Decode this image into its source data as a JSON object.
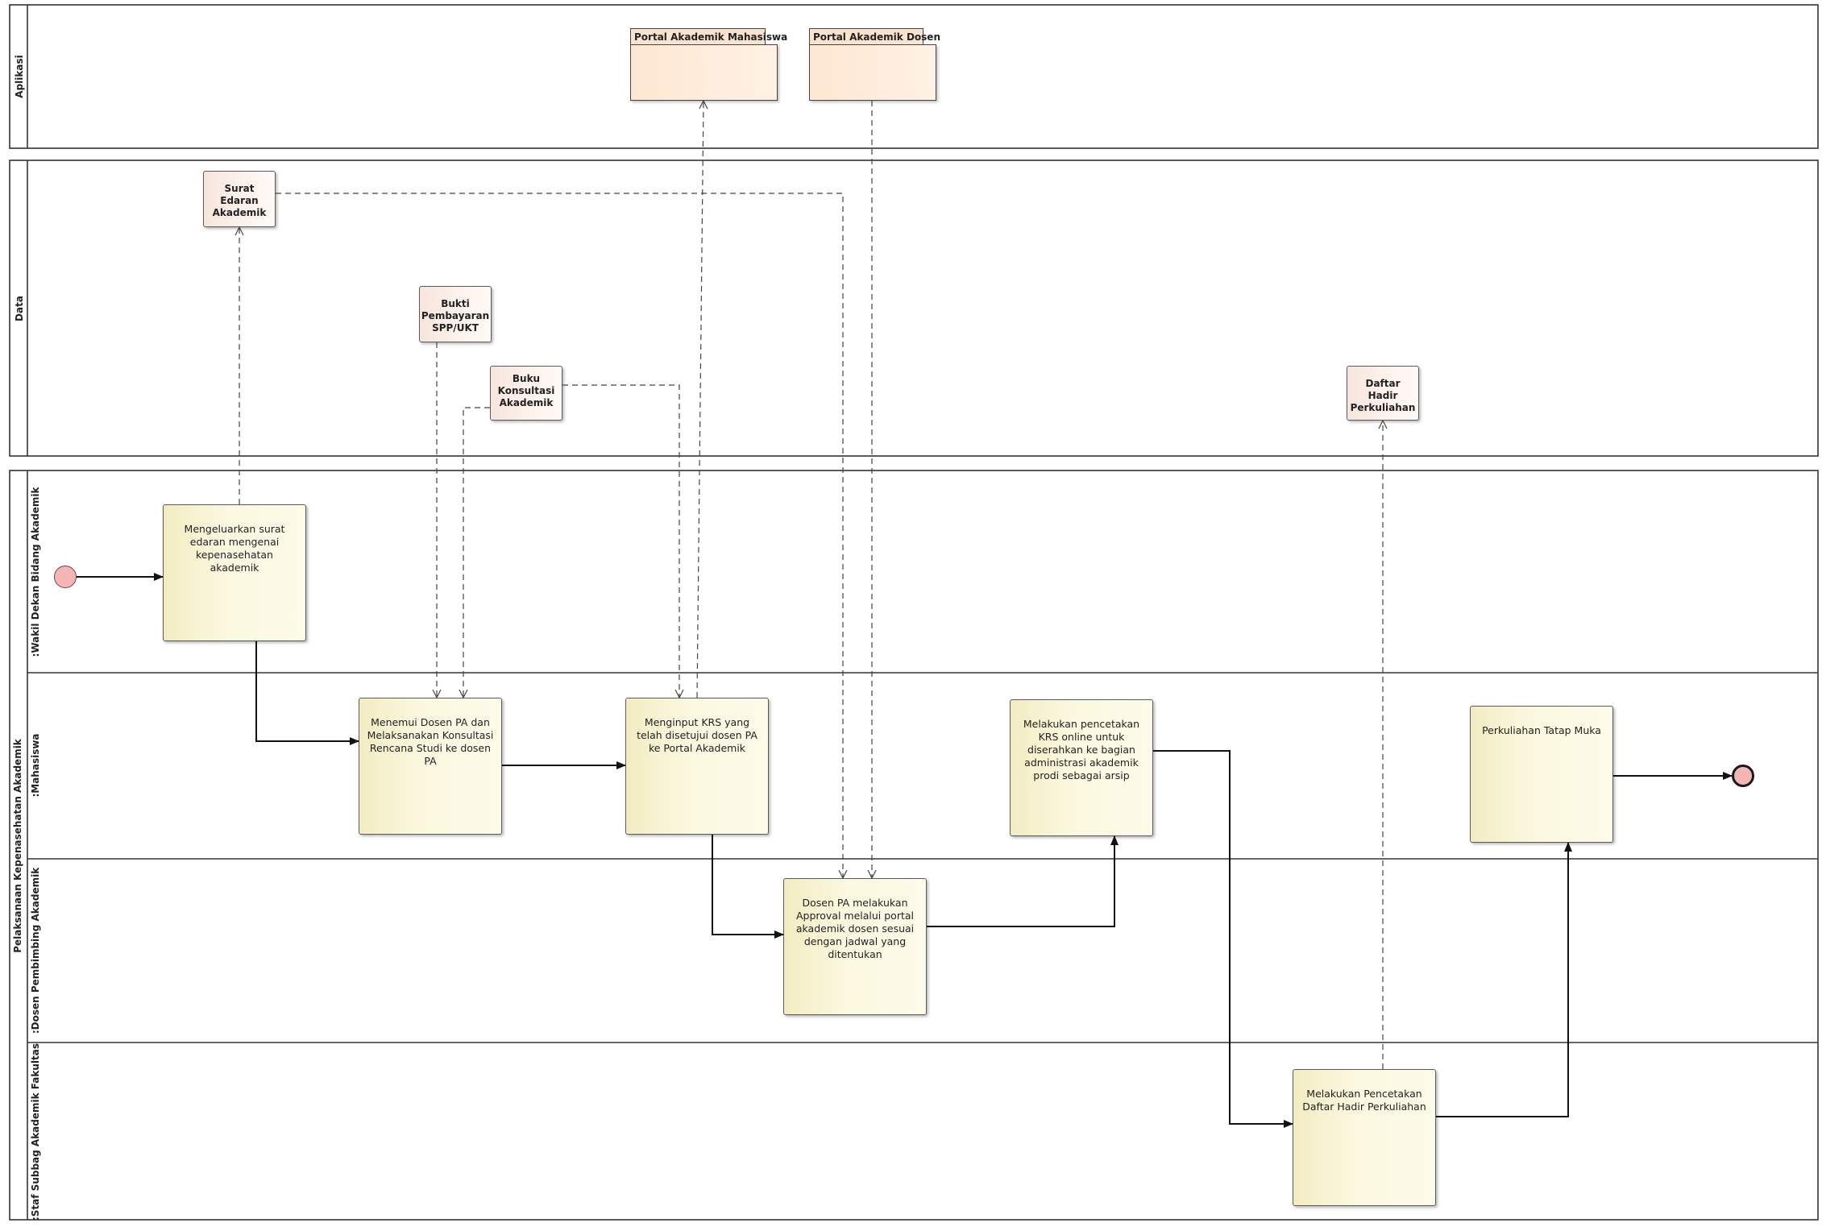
{
  "lanes": {
    "aplikasi": "Aplikasi",
    "data": "Data",
    "pool": "Pelaksanaan Kepenasehatan Akademik",
    "wakil_dekan": ":Wakil Dekan Bidang Akademik",
    "mahasiswa": ":Mahasiswa",
    "dosen_pa": ":Dosen Pembimbing Akademik",
    "staf": ":Staf Subbag Akademik Fakultas"
  },
  "applications": {
    "portal_mahasiswa": "Portal Akademik Mahasiswa",
    "portal_dosen": "Portal Akademik Dosen"
  },
  "data_objects": {
    "surat_edaran": "Surat Edaran Akademik",
    "bukti_pembayaran": "Bukti Pembayaran SPP/UKT",
    "buku_konsultasi": "Buku Konsultasi Akademik",
    "daftar_hadir": "Daftar Hadir Perkuliahan"
  },
  "activities": {
    "mengeluarkan": "Mengeluarkan surat edaran mengenai kepenasehatan akademik",
    "menemui": "Menemui Dosen PA dan Melaksanakan Konsultasi Rencana Studi ke dosen PA",
    "menginput": "Menginput KRS yang telah disetujui dosen PA ke Portal Akademik",
    "approval": "Dosen PA melakukan Approval melalui portal akademik dosen sesuai dengan jadwal yang ditentukan",
    "pencetakan_krs": "Melakukan pencetakan KRS online untuk diserahkan ke bagian administrasi akademik prodi sebagai arsip",
    "pencetakan_daftar": "Melakukan Pencetakan Daftar Hadir Perkuliahan",
    "perkuliahan": "Perkuliahan Tatap Muka"
  },
  "colors": {
    "activity_fill": "#fbf8e0",
    "data_fill": "#fdf3ee",
    "package_fill": "#fde7d3",
    "event_fill": "#f4b6b4",
    "line": "#111111"
  }
}
